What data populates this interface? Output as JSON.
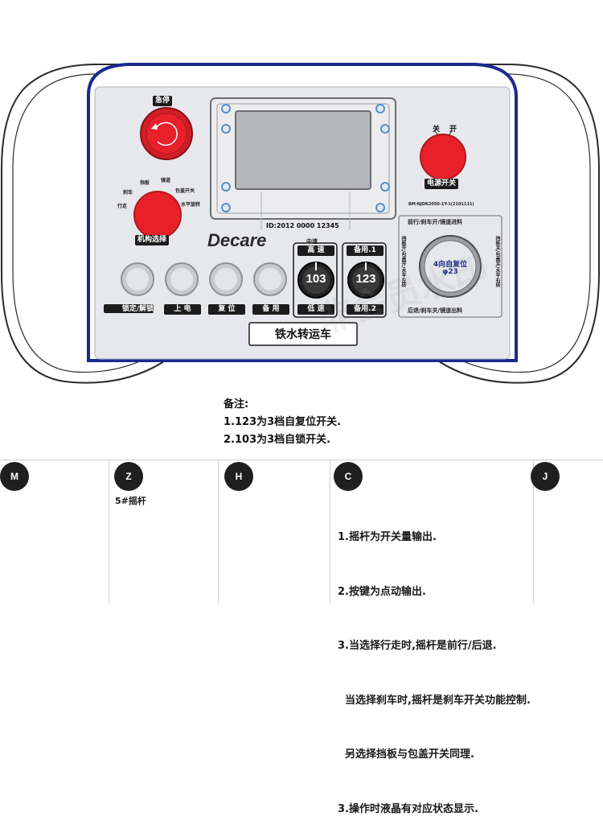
{
  "panel": {
    "estop_label": "急停",
    "mech_select_label": "机构选择",
    "selector_positions": [
      "挡板",
      "镜道",
      "刹车",
      "包盖开关",
      "行走",
      "水平旋转"
    ],
    "device_id": "ID:2012 0000 12345",
    "brand": "Decare",
    "power_label": "电源开关",
    "power_off": "关",
    "power_on": "开",
    "model_code": "BM:NJDK2050-1Y-1(2101111)",
    "buttons": [
      "锁定/解锁",
      "上 电",
      "复 位",
      "备 用"
    ],
    "switch_103": {
      "top_small": "中速",
      "top": "高 速",
      "value": "103",
      "bottom": "低 速"
    },
    "switch_123": {
      "top": "备用.1",
      "value": "123",
      "bottom": "备用.2"
    },
    "joystick": {
      "top": "前行/刹车开/镜道进料",
      "bottom": "后退/刹车关/镜道出料",
      "left": "挡板开/包盖开/水平左转",
      "right": "挡板关/包盖关/水平右转",
      "center_line1": "4向自复位",
      "center_line2": "φ23"
    },
    "title": "铁水转运车"
  },
  "notes": {
    "heading": "备注:",
    "lines": [
      "1.123为3档自复位开关.",
      "2.103为3档自锁开关."
    ]
  },
  "table": {
    "columns": [
      "M",
      "Z",
      "H",
      "C",
      "J"
    ],
    "z_text": "5#摇杆",
    "c_lines": [
      "1.摇杆为开关量输出.",
      "2.按键为点动输出.",
      "3.当选择行走时,摇杆是前行/后退.",
      "  当选择刹车时,摇杆是刹车开关功能控制.",
      "  另选择挡板与包盖开关同理.",
      "3.操作时液晶有对应状态显示."
    ]
  },
  "watermark": "非会员水印",
  "colors": {
    "panel_border": "#1a2a8c",
    "knob_red": "#e8202a",
    "face_gray": "#e7e8ec",
    "screen": "#b4b6ba"
  }
}
